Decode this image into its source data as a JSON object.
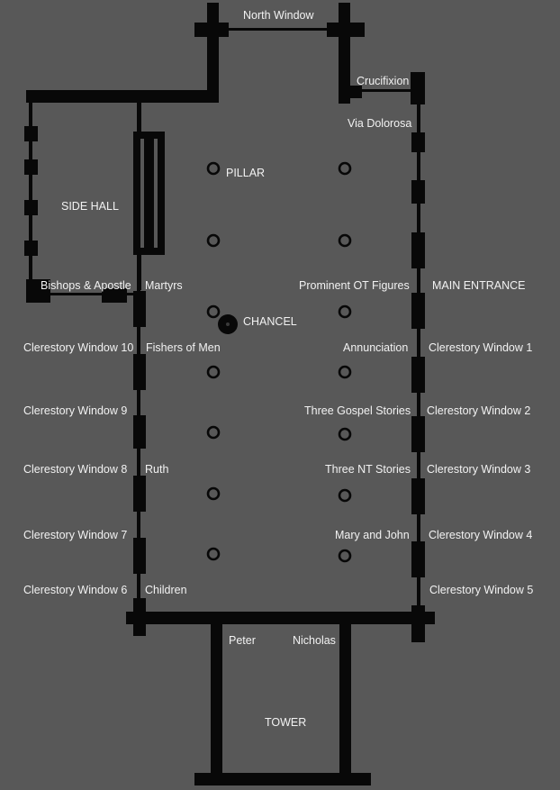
{
  "colors": {
    "background": "#585858",
    "wall": "#080808",
    "text": "#f2f2f2"
  },
  "labels": {
    "north_window": "North Window",
    "crucifixion": "Crucifixion",
    "via_dolorosa": "Via Dolorosa",
    "pillar": "PILLAR",
    "side_hall": "SIDE HALL",
    "bishops_apostle": "Bishops & Apostle",
    "martyrs": "Martyrs",
    "prominent_ot_figures": "Prominent OT Figures",
    "main_entrance": "MAIN ENTRANCE",
    "chancel": "CHANCEL",
    "clerestory_window_10": "Clerestory Window 10",
    "fishers_of_men": "Fishers of Men",
    "annunciation": "Annunciation",
    "clerestory_window_1": "Clerestory Window 1",
    "clerestory_window_9": "Clerestory Window 9",
    "three_gospel_stories": "Three Gospel Stories",
    "clerestory_window_2": "Clerestory Window 2",
    "clerestory_window_8": "Clerestory Window 8",
    "ruth": "Ruth",
    "three_nt_stories": "Three NT Stories",
    "clerestory_window_3": "Clerestory Window 3",
    "clerestory_window_7": "Clerestory Window 7",
    "mary_and_john": "Mary and John",
    "clerestory_window_4": "Clerestory Window 4",
    "clerestory_window_6": "Clerestory Window 6",
    "children": "Children",
    "clerestory_window_5": "Clerestory Window 5",
    "peter": "Peter",
    "nicholas": "Nicholas",
    "tower": "TOWER"
  }
}
